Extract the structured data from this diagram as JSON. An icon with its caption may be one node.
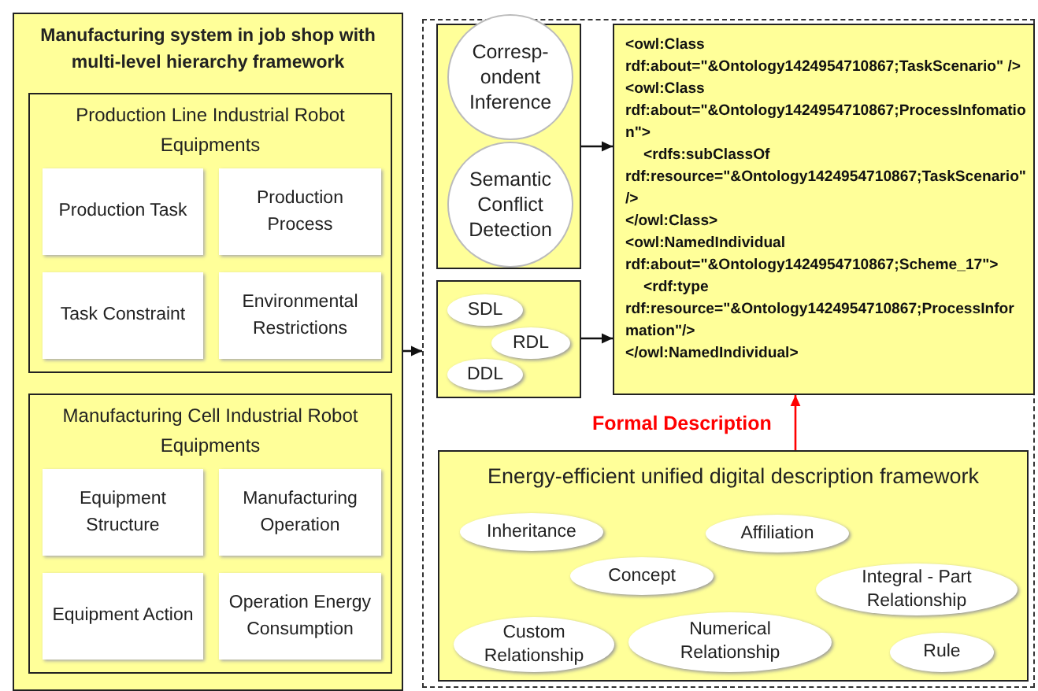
{
  "diagram": {
    "nodes": [
      {
        "text": [
          "Manufacturing system in job shop with multi-level hierarchy framework"
        ]
      },
      {
        "text": [
          "Production Line Industrial Robot Equipments"
        ],
        "in": 0
      },
      {
        "text": [
          "Production Task"
        ],
        "in": 1
      },
      {
        "text": [
          "Production Process"
        ],
        "in": 1
      },
      {
        "text": [
          "Task Constraint"
        ],
        "in": 1
      },
      {
        "text": [
          "Environmental Restrictions"
        ],
        "in": 1
      },
      {
        "text": [
          "Manufacturing Cell Industrial Robot Equipments"
        ],
        "in": 0
      },
      {
        "text": [
          "Equipment Structure"
        ],
        "in": 6
      },
      {
        "text": [
          "Manufacturing Operation"
        ],
        "in": 6
      },
      {
        "text": [
          "Equipment Action"
        ],
        "in": 6
      },
      {
        "text": [
          "Operation Energy Consumption"
        ],
        "in": 6
      },
      {
        "text": [],
        "shape": "box"
      },
      {
        "text": [],
        "shape": "box",
        "in": 11
      },
      {
        "text": [
          "Corresp- ondent Inference"
        ],
        "in": 12
      },
      {
        "text": [
          "Semantic Conflict Detection"
        ],
        "in": 12
      },
      {
        "text": [],
        "shape": "box",
        "in": 11
      },
      {
        "text": [
          "SDL"
        ],
        "in": 15
      },
      {
        "text": [
          "RDL"
        ],
        "in": 15
      },
      {
        "text": [
          "DDL"
        ],
        "in": 15
      },
      {
        "text": [
          "<owl:Class rdf:about=\"&Ontology1424954710867;TaskScenario\" />",
          "<owl:Class rdf:about=\"&Ontology1424954710867;ProcessInfomation\">",
          "<rdfs:subClassOf rdf:resource=\"&Ontology1424954710867;TaskScenario\"/>",
          "</owl:Class>",
          "<owl:NamedIndividual rdf:about=\"&Ontology1424954710867;Scheme_17\">",
          "<rdf:type rdf:resource=\"&Ontology1424954710867;ProcessInformation\"/>",
          "</owl:NamedIndividual>"
        ],
        "in": 11
      },
      {
        "text": [
          "Energy-efficient unified digital description framework"
        ],
        "in": 11
      },
      {
        "text": [
          "Inheritance"
        ],
        "in": 20
      },
      {
        "text": [
          "Affiliation"
        ],
        "in": 20
      },
      {
        "text": [
          "Concept"
        ],
        "in": 20
      },
      {
        "text": [
          "Integral - Part Relationship"
        ],
        "in": 20
      },
      {
        "text": [
          "Custom Relationship"
        ],
        "in": 20
      },
      {
        "text": [
          "Numerical Relationship"
        ],
        "in": 20
      },
      {
        "text": [
          "Rule"
        ],
        "in": 20
      }
    ],
    "edges": [
      {
        "from": 0,
        "to": 11,
        "arrow": "to"
      },
      {
        "from": 12,
        "to": 19,
        "arrow": "to"
      },
      {
        "from": 15,
        "to": 19,
        "arrow": "to"
      },
      {
        "from": 20,
        "to": 19,
        "arrow": "to",
        "label": "Formal Description",
        "color": "#ff0000"
      }
    ]
  }
}
